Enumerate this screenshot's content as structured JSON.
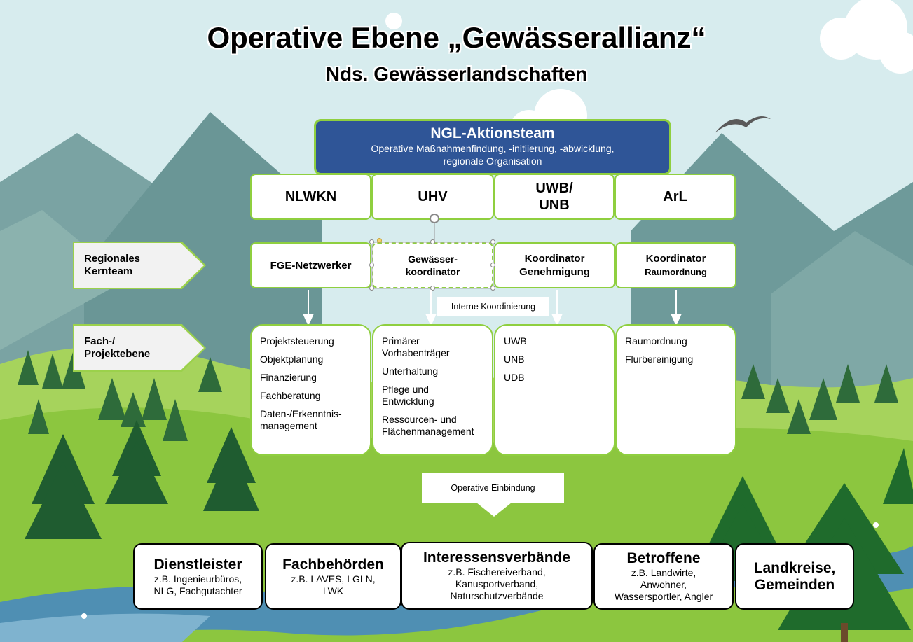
{
  "title": "Operative Ebene „Gewässerallianz“",
  "subtitle": "Nds. Gewässerlandschaften",
  "aktionsteam": {
    "title": "NGL-Aktionsteam",
    "line1": "Operative Maßnahmenfindung, -initiierung, -abwicklung,",
    "line2": "regionale Organisation"
  },
  "orgs": [
    "NLWKN",
    "UHV",
    "UWB/",
    "UNB",
    "ArL"
  ],
  "levels": {
    "kernteam": [
      "Regionales",
      "Kernteam"
    ],
    "fach": [
      "Fach-/",
      "Projektebene"
    ]
  },
  "roles": {
    "r1": "FGE-Netzwerker",
    "r2a": "Gewässer-",
    "r2b": "koordinator",
    "r3a": "Koordinator",
    "r3b": "Genehmigung",
    "r4a": "Koordinator",
    "r4b": "Raumordnung"
  },
  "interne": "Interne Koordinierung",
  "lists": {
    "nlwkn": [
      "Projektsteuerung",
      "Objektplanung",
      "Finanzierung",
      "Fachberatung",
      "Daten-/Erkenntnis-",
      "management"
    ],
    "uhv": [
      "Primärer",
      "Vorhabenträger",
      "Unterhaltung",
      "Pflege und",
      "Entwicklung",
      "Ressourcen- und",
      "Flächenmanagement"
    ],
    "uwb": [
      "UWB",
      "UNB",
      "UDB"
    ],
    "arl": [
      "Raumordnung",
      "Flurbereinigung"
    ]
  },
  "operative": "Operative Einbindung",
  "bottom": {
    "b1": {
      "title": "Dienstleister",
      "l1": "z.B. Ingenieurbüros,",
      "l2": "NLG, Fachgutachter"
    },
    "b2": {
      "title": "Fachbehörden",
      "l1": "z.B. LAVES, LGLN,",
      "l2": "LWK"
    },
    "b3": {
      "title": "Interessensverbände",
      "l1": "z.B. Fischereiverband,",
      "l2": "Kanusportverband,",
      "l3": "Naturschutzverbände"
    },
    "b4": {
      "title": "Betroffene",
      "l1": "z.B. Landwirte,",
      "l2": "Anwohner,",
      "l3": "Wassersportler, Angler"
    },
    "b5": {
      "title": "Landkreise,",
      "title2": "Gemeinden"
    }
  },
  "colors": {
    "navy": "#2f5597",
    "green": "#8fcf3f",
    "sky": "#d7ecee"
  }
}
